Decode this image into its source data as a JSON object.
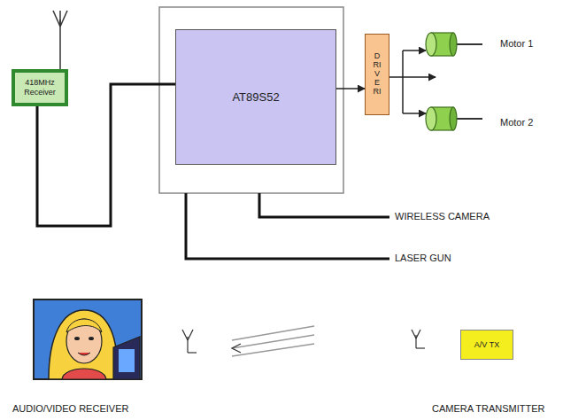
{
  "diagram": {
    "nodes": [
      {
        "text": [
          "418MHz Receiver"
        ]
      },
      {
        "text": [
          "AT89S52"
        ]
      },
      {
        "text": [
          "DRIVERI"
        ]
      },
      {
        "text": [
          "A/V TX"
        ]
      }
    ],
    "edges": [
      {
        "from": 0,
        "to": 1,
        "arrow": "none"
      },
      {
        "from": 1,
        "to": 2,
        "arrow": "to"
      }
    ],
    "labels": [
      "Motor 1",
      "Motor 2",
      "WIRELESS CAMERA",
      "LASER GUN",
      "AUDIO/VIDEO RECEIVER",
      "CAMERA TRANSMITTER"
    ]
  }
}
